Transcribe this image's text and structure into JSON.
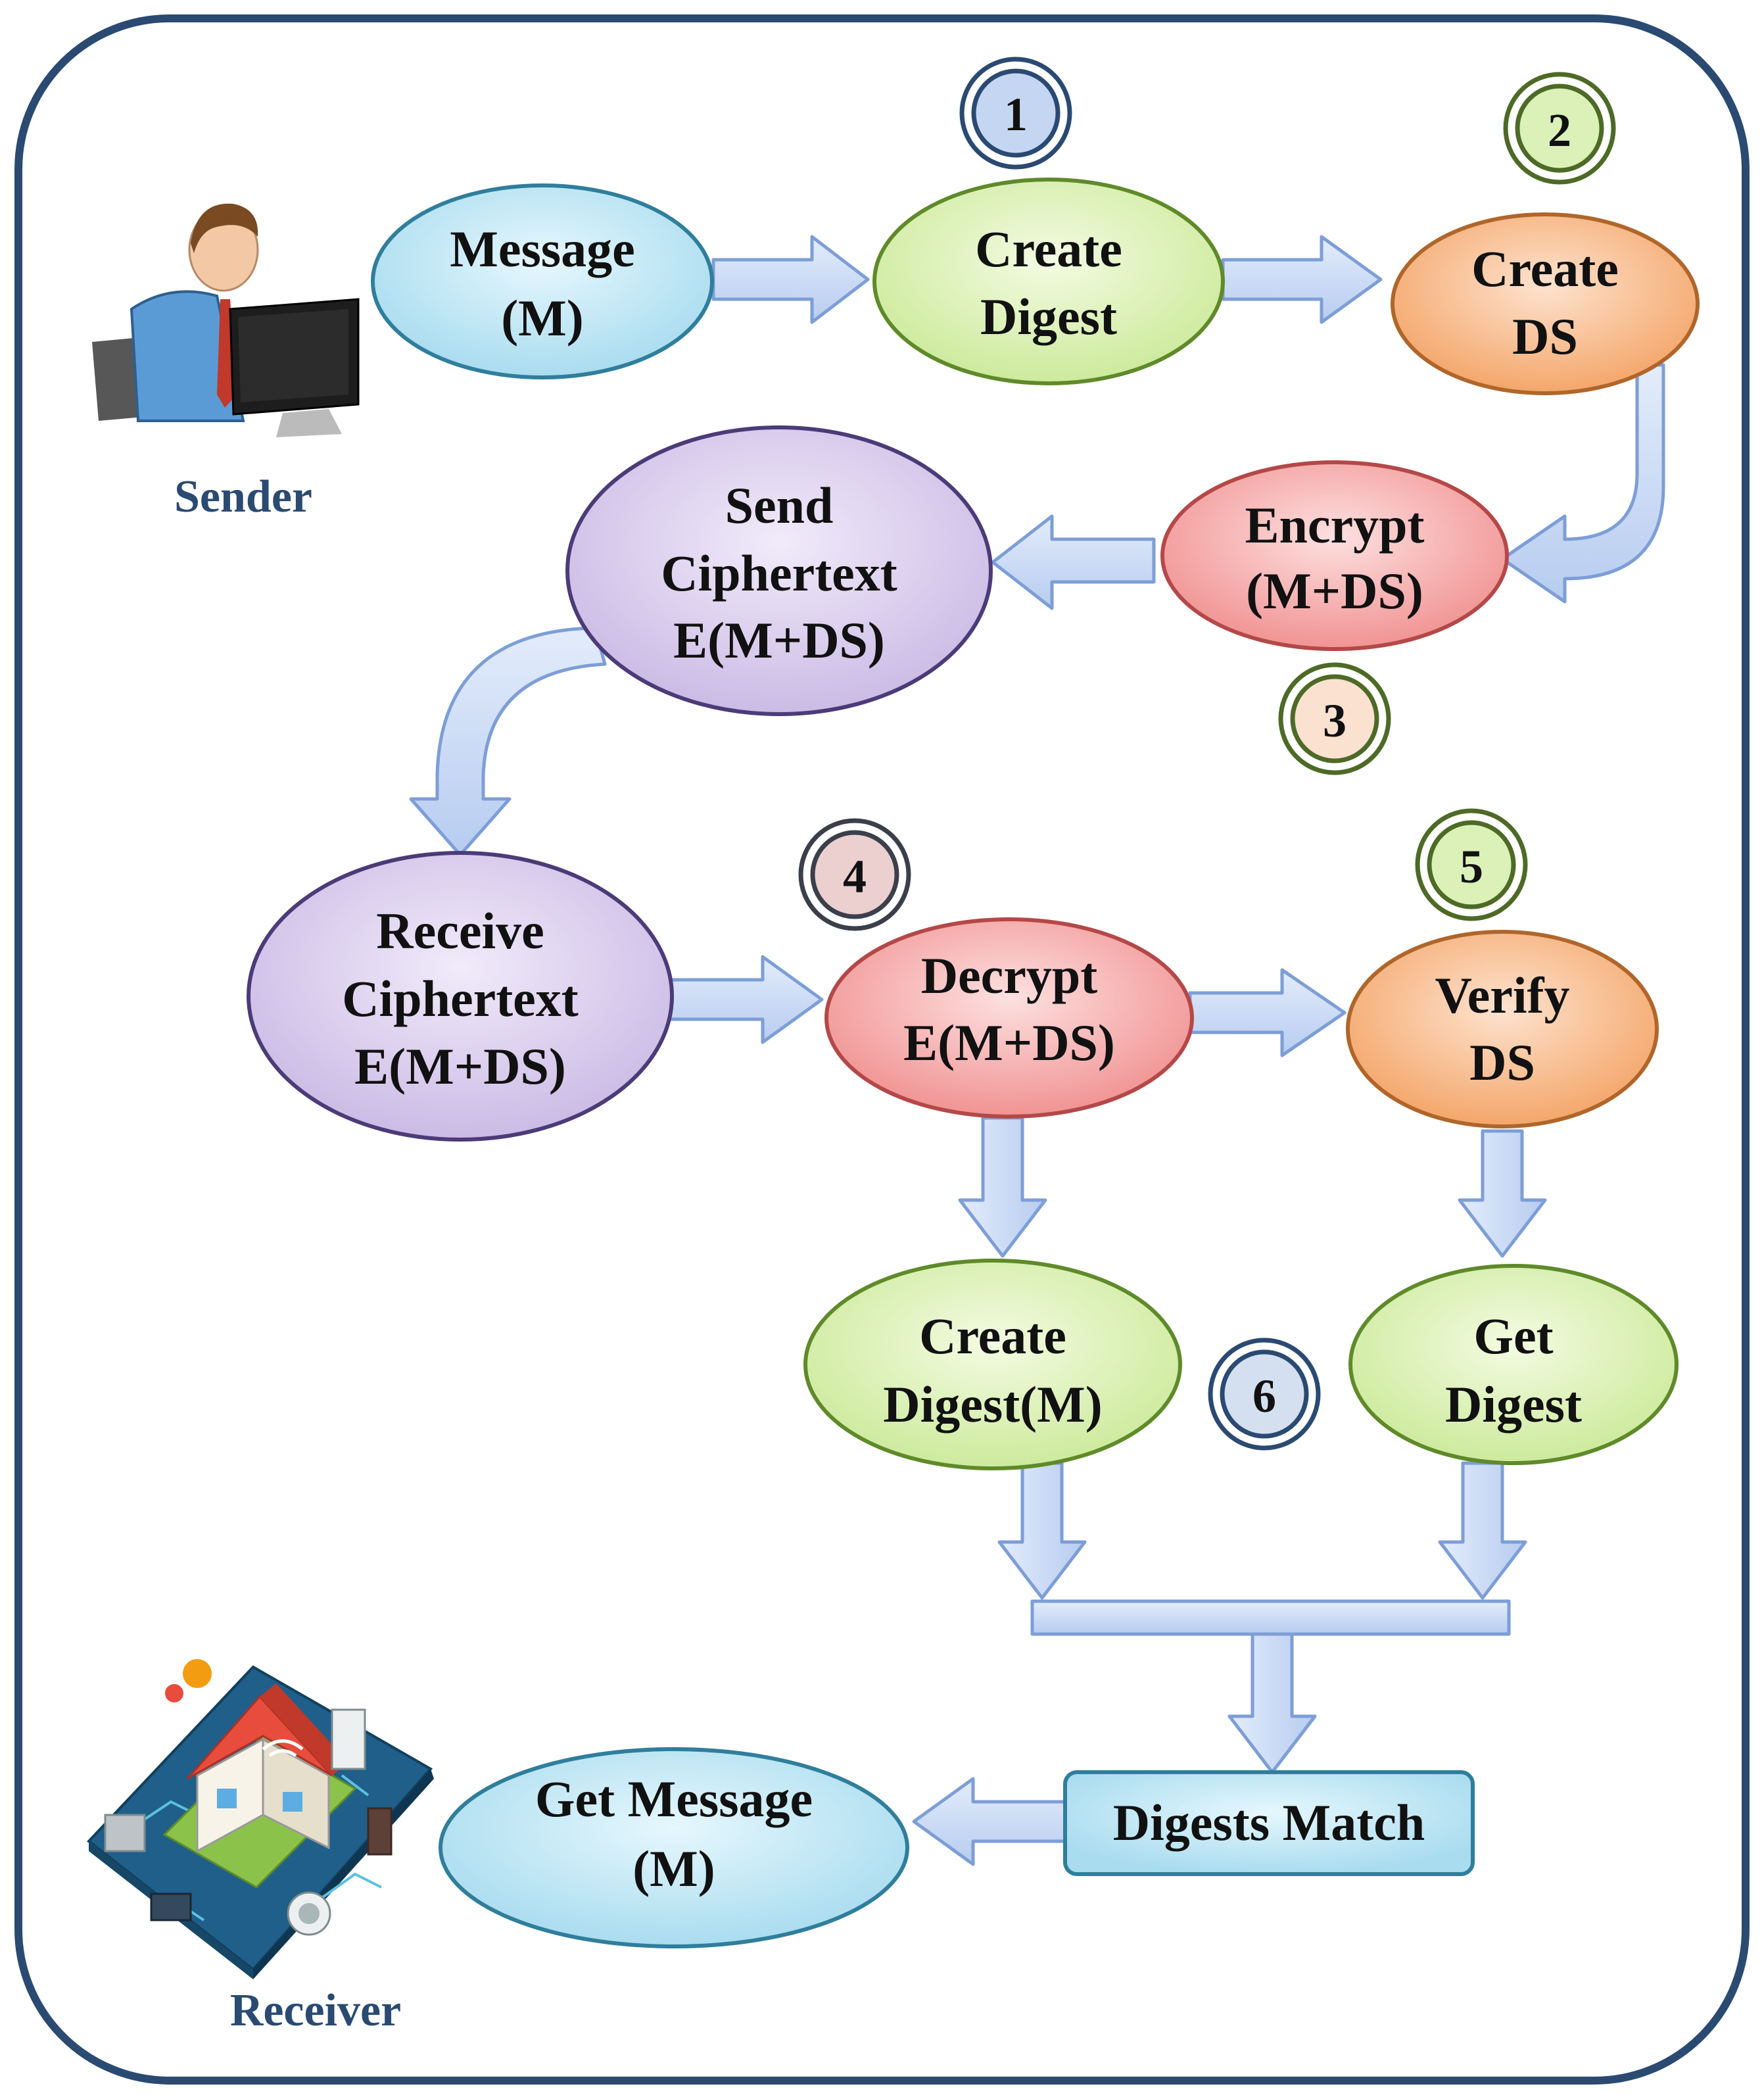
{
  "actors": {
    "sender": "Sender",
    "receiver": "Receiver"
  },
  "steps": {
    "s1": "1",
    "s2": "2",
    "s3": "3",
    "s4": "4",
    "s5": "5",
    "s6": "6"
  },
  "nodes": {
    "message": {
      "line1": "Message",
      "line2": "(M)"
    },
    "create_digest": {
      "line1": "Create",
      "line2": "Digest"
    },
    "create_ds": {
      "line1": "Create",
      "line2": "DS"
    },
    "encrypt": {
      "line1": "Encrypt",
      "line2": "(M+DS)"
    },
    "send": {
      "line1": "Send",
      "line2": "Ciphertext",
      "line3": "E(M+DS)"
    },
    "receive": {
      "line1": "Receive",
      "line2": "Ciphertext",
      "line3": "E(M+DS)"
    },
    "decrypt": {
      "line1": "Decrypt",
      "line2": "E(M+DS)"
    },
    "verify": {
      "line1": "Verify",
      "line2": "DS"
    },
    "create_digest_m": {
      "line1": "Create",
      "line2": "Digest(M)"
    },
    "get_digest": {
      "line1": "Get",
      "line2": "Digest"
    },
    "digests_match": {
      "line1": "Digests Match"
    },
    "get_message": {
      "line1": "Get Message",
      "line2": "(M)"
    }
  },
  "colors": {
    "frame": "#2a4a72",
    "blue_fill": "#bfe6f5",
    "blue_stroke": "#2f7e9c",
    "green_fill": "#dcf3b6",
    "green_stroke": "#5f8a2a",
    "orange_fill": "#f7b98a",
    "orange_stroke": "#b0662a",
    "red_fill": "#f5a9a9",
    "red_stroke": "#b44848",
    "purple_fill": "#dcd0ee",
    "purple_stroke": "#4b3b78",
    "arrow_fill": "#c6d8f5",
    "arrow_stroke": "#7d9ed6"
  }
}
